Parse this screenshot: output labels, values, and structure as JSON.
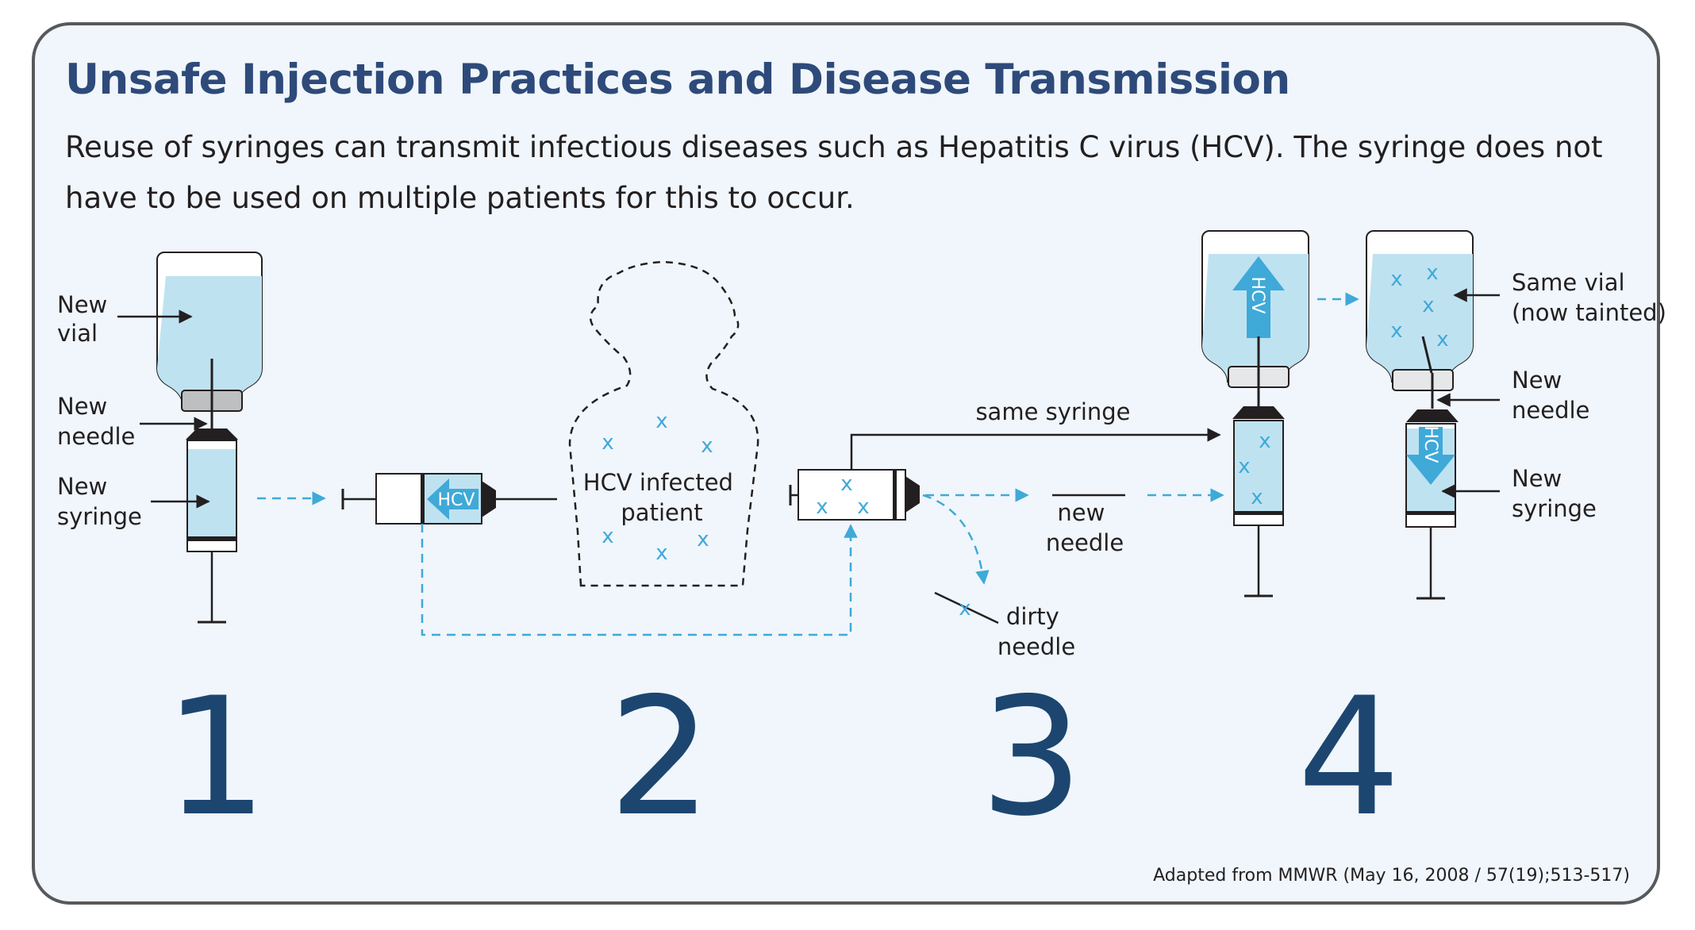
{
  "title": "Unsafe Injection Practices and Disease Transmission",
  "subtitle": "Reuse of syringes can transmit infectious diseases such as Hepatitis C virus (HCV). The syringe does not have to be used on multiple patients for this to occur.",
  "labels": {
    "new_vial": [
      "New",
      "vial"
    ],
    "new_needle_1": [
      "New",
      "needle"
    ],
    "new_syringe_1": [
      "New",
      "syringe"
    ],
    "patient": [
      "HCV infected",
      "patient"
    ],
    "same_syringe": "same syringe",
    "new_needle_3": [
      "new",
      "needle"
    ],
    "dirty_needle": [
      "dirty",
      "needle"
    ],
    "same_vial": [
      "Same vial",
      "(now tainted)"
    ],
    "new_needle_4": [
      "New",
      "needle"
    ],
    "new_syringe_4": [
      "New",
      "syringe"
    ],
    "hcv": "HCV",
    "infection_mark": "x"
  },
  "steps": [
    "1",
    "2",
    "3",
    "4"
  ],
  "credit": "Adapted from MMWR (May 16, 2008 / 57(19);513-517)",
  "colors": {
    "title": "#2e4a7a",
    "step_numbers": "#1c4670",
    "fluid": "#bfe2f1",
    "accent": "#3fa9d8",
    "background": "#f0f6fb"
  }
}
